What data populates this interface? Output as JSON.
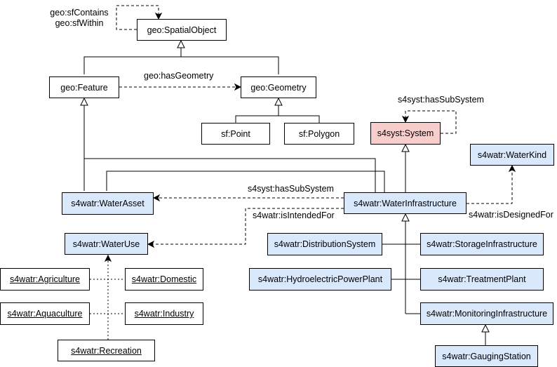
{
  "nodes": {
    "spatial_object": "geo:SpatialObject",
    "feature": "geo:Feature",
    "geometry": "geo:Geometry",
    "point": "sf:Point",
    "polygon": "sf:Polygon",
    "system": "s4syst:System",
    "water_kind": "s4watr:WaterKind",
    "water_asset": "s4watr:WaterAsset",
    "water_infrastructure": "s4watr:WaterInfrastructure",
    "water_use": "s4watr:WaterUse",
    "distribution_system": "s4watr:DistributionSystem",
    "storage_infrastructure": "s4watr:StorageInfrastructure",
    "hydroelectric_power_plant": "s4watr:HydroelectricPowerPlant",
    "treatment_plant": "s4watr:TreatmentPlant",
    "monitoring_infrastructure": "s4watr:MonitoringInfrastructure",
    "gauging_station": "s4watr:GaugingStation",
    "agriculture": "s4watr:Agriculture",
    "domestic": "s4watr:Domestic",
    "aquaculture": "s4watr:Aquaculture",
    "industry": "s4watr:Industry",
    "recreation": "s4watr:Recreation"
  },
  "edge_labels": {
    "sf_contains": "geo:sfContains",
    "sf_within": "geo:sfWithin",
    "has_geometry": "geo:hasGeometry",
    "system_has_subsystem": "s4syst:hasSubSystem",
    "infra_has_subsystem": "s4syst:hasSubSystem",
    "is_intended_for": "s4watr:isIntendedFor",
    "is_designed_for": "s4watr:isDesignedFor"
  },
  "colors": {
    "blue_fill": "#dae8fc",
    "pink_fill": "#f8cecc",
    "white_fill": "#ffffff",
    "stroke": "#000000"
  }
}
